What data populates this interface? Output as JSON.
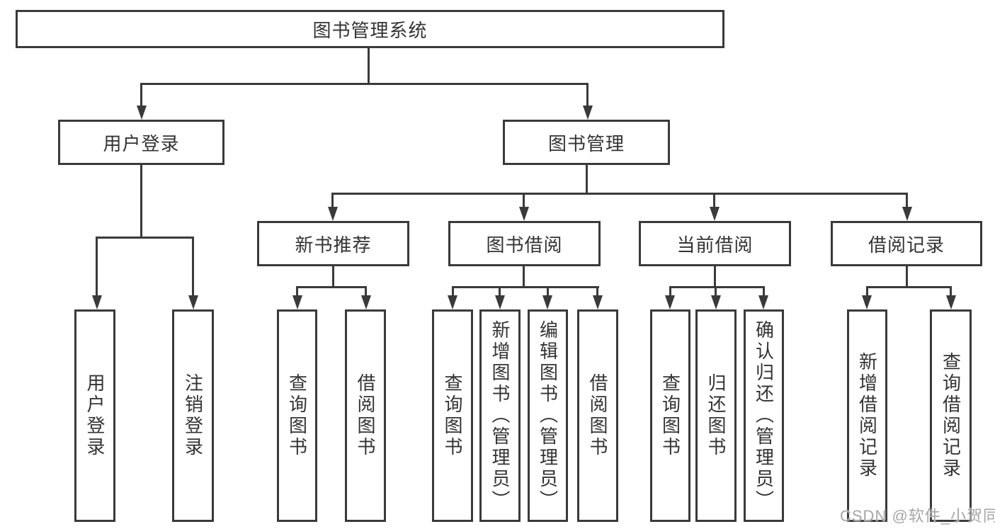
{
  "diagram_title": "图书管理系统",
  "colors": {
    "line": "#3a3a3a",
    "text": "#333333",
    "background": "#ffffff",
    "watermark_text": "#a6a6a6"
  },
  "watermark": "CSDN @软件_小贺同学",
  "tree": {
    "root": {
      "label": "图书管理系统"
    },
    "level2": [
      {
        "label": "用户登录"
      },
      {
        "label": "图书管理"
      }
    ],
    "level3": [
      {
        "label": "新书推荐"
      },
      {
        "label": "图书借阅"
      },
      {
        "label": "当前借阅"
      },
      {
        "label": "借阅记录"
      }
    ],
    "leaves": {
      "user_login": [
        {
          "label": "用户登录"
        },
        {
          "label": "注销登录"
        }
      ],
      "new_book_recommend": [
        {
          "label": "查询图书"
        },
        {
          "label": "借阅图书"
        }
      ],
      "book_borrowing": [
        {
          "label": "查询图书"
        },
        {
          "label": "新增图书（管理员）"
        },
        {
          "label": "编辑图书（管理员）"
        },
        {
          "label": "借阅图书"
        }
      ],
      "current_borrowing": [
        {
          "label": "查询图书"
        },
        {
          "label": "归还图书"
        },
        {
          "label": "确认归还（管理员）"
        }
      ],
      "borrowing_records": [
        {
          "label": "新增借阅记录"
        },
        {
          "label": "查询借阅记录"
        }
      ]
    },
    "edges": [
      "图书管理系统 → 用户登录",
      "图书管理系统 → 图书管理",
      "用户登录 → 用户登录",
      "用户登录 → 注销登录",
      "图书管理 → 新书推荐",
      "图书管理 → 图书借阅",
      "图书管理 → 当前借阅",
      "图书管理 → 借阅记录",
      "新书推荐 → 查询图书",
      "新书推荐 → 借阅图书",
      "图书借阅 → 查询图书",
      "图书借阅 → 新增图书（管理员）",
      "图书借阅 → 编辑图书（管理员）",
      "图书借阅 → 借阅图书",
      "当前借阅 → 查询图书",
      "当前借阅 → 归还图书",
      "当前借阅 → 确认归还（管理员）",
      "借阅记录 → 新增借阅记录",
      "借阅记录 → 查询借阅记录"
    ]
  }
}
